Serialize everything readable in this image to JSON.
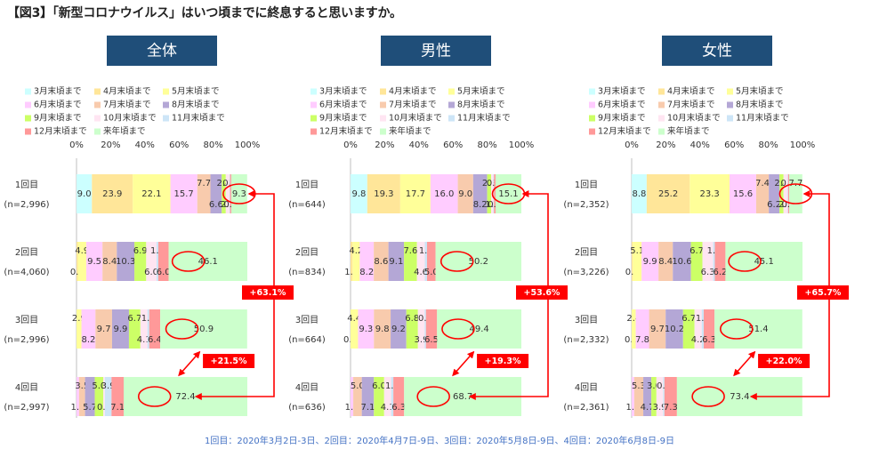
{
  "title": "【図3】「新型コロナウイルス」はいつ頃までに終息すると思いますか。",
  "footnote": "1回目：2020年3月2日-3日、2回目：2020年4月7日-9日、3回目：2020年5月8日-9日、4回目：2020年6月8日-9日",
  "colors": {
    "panel_header_bg": "#1f4e79",
    "panel_header_text": "#ffffff",
    "annotation": "#ff0000",
    "segments": [
      "#ccffff",
      "#ffe699",
      "#ffff99",
      "#ffccff",
      "#f8cbad",
      "#b4a7d6",
      "#ccff66",
      "#ffe5f2",
      "#cde5f7",
      "#ff9999",
      "#ccffcc"
    ]
  },
  "chart_data": [
    {
      "type": "bar",
      "orientation": "horizontal",
      "stacked": true,
      "title": "全体",
      "categories": [
        "1回目",
        "2回目",
        "3回目",
        "4回目"
      ],
      "sample_sizes": [
        "(n=2,996)",
        "(n=4,060)",
        "(n=2,996)",
        "(n=2,997)"
      ],
      "xlim": [
        0,
        100
      ],
      "xticks": [
        "0%",
        "20%",
        "40%",
        "60%",
        "80%",
        "100%"
      ],
      "series": [
        {
          "name": "3月末頃まで",
          "values": [
            9.0,
            0,
            0,
            0
          ]
        },
        {
          "name": "4月末頃まで",
          "values": [
            23.9,
            0.8,
            0,
            0
          ]
        },
        {
          "name": "5月末頃まで",
          "values": [
            22.1,
            4.9,
            2.9,
            0
          ]
        },
        {
          "name": "6月末頃まで",
          "values": [
            15.7,
            9.5,
            8.2,
            1.5
          ]
        },
        {
          "name": "7月末頃まで",
          "values": [
            7.7,
            8.4,
            9.7,
            3.5
          ]
        },
        {
          "name": "8月末頃まで",
          "values": [
            6.6,
            10.3,
            9.9,
            5.7
          ]
        },
        {
          "name": "9月末頃まで",
          "values": [
            2.4,
            6.9,
            6.7,
            5.0
          ]
        },
        {
          "name": "10月末頃まで",
          "values": [
            2.1,
            6.0,
            4.1,
            0.9
          ]
        },
        {
          "name": "11月末頃まで",
          "values": [
            0.4,
            1.1,
            1.1,
            3.9
          ]
        },
        {
          "name": "12月末頃まで",
          "values": [
            0.7,
            6.0,
            6.4,
            7.1
          ]
        },
        {
          "name": "来年頃まで",
          "values": [
            9.3,
            46.1,
            50.9,
            72.4
          ]
        }
      ],
      "annotations": [
        "+63.1%",
        "+21.5%"
      ]
    },
    {
      "type": "bar",
      "orientation": "horizontal",
      "stacked": true,
      "title": "男性",
      "categories": [
        "1回目",
        "2回目",
        "3回目",
        "4回目"
      ],
      "sample_sizes": [
        "(n=644)",
        "(n=834)",
        "(n=664)",
        "(n=636)"
      ],
      "xlim": [
        0,
        100
      ],
      "xticks": [
        "0%",
        "20%",
        "40%",
        "60%",
        "80%",
        "100%"
      ],
      "series": [
        {
          "name": "3月末頃まで",
          "values": [
            9.8,
            0,
            0,
            0
          ]
        },
        {
          "name": "4月末頃まで",
          "values": [
            19.3,
            1.2,
            0.0,
            0
          ]
        },
        {
          "name": "5月末頃まで",
          "values": [
            17.7,
            4.2,
            4.4,
            0
          ]
        },
        {
          "name": "6月末頃まで",
          "values": [
            16.0,
            8.2,
            9.3,
            1.6
          ]
        },
        {
          "name": "7月末頃まで",
          "values": [
            9.0,
            8.6,
            9.8,
            5.0
          ]
        },
        {
          "name": "8月末頃まで",
          "values": [
            8.2,
            9.1,
            9.2,
            7.1
          ]
        },
        {
          "name": "9月末頃まで",
          "values": [
            2.3,
            7.6,
            6.8,
            6.0
          ]
        },
        {
          "name": "10月末頃まで",
          "values": [
            1.2,
            4.6,
            3.9,
            4.1
          ]
        },
        {
          "name": "11月末頃まで",
          "values": [
            0.5,
            1.3,
            0.8,
            1.3
          ]
        },
        {
          "name": "12月末頃まで",
          "values": [
            0.9,
            5.0,
            6.5,
            6.3
          ]
        },
        {
          "name": "来年頃まで",
          "values": [
            15.1,
            50.2,
            49.4,
            68.7
          ]
        }
      ],
      "annotations": [
        "+53.6%",
        "+19.3%"
      ]
    },
    {
      "type": "bar",
      "orientation": "horizontal",
      "stacked": true,
      "title": "女性",
      "categories": [
        "1回目",
        "2回目",
        "3回目",
        "4回目"
      ],
      "sample_sizes": [
        "(n=2,352)",
        "(n=3,226)",
        "(n=2,332)",
        "(n=2,361)"
      ],
      "xlim": [
        0,
        100
      ],
      "xticks": [
        "0%",
        "20%",
        "40%",
        "60%",
        "80%",
        "100%"
      ],
      "series": [
        {
          "name": "3月末頃まで",
          "values": [
            8.8,
            0,
            0,
            0
          ]
        },
        {
          "name": "4月末頃まで",
          "values": [
            25.2,
            0.7,
            0.0,
            0
          ]
        },
        {
          "name": "5月末頃まで",
          "values": [
            23.3,
            5.1,
            2.4,
            0
          ]
        },
        {
          "name": "6月末頃まで",
          "values": [
            15.6,
            9.9,
            7.8,
            1.5
          ]
        },
        {
          "name": "7月末頃まで",
          "values": [
            7.4,
            8.4,
            9.7,
            5.3
          ]
        },
        {
          "name": "8月末頃まで",
          "values": [
            6.2,
            10.6,
            10.2,
            4.7
          ]
        },
        {
          "name": "9月末頃まで",
          "values": [
            2.4,
            6.7,
            6.7,
            3.0
          ]
        },
        {
          "name": "10月末頃まで",
          "values": [
            2.3,
            6.3,
            4.2,
            3.9
          ]
        },
        {
          "name": "11月末頃まで",
          "values": [
            0.4,
            1.0,
            1.2,
            0.8
          ]
        },
        {
          "name": "12月末頃まで",
          "values": [
            0.6,
            6.2,
            6.3,
            7.3
          ]
        },
        {
          "name": "来年頃まで",
          "values": [
            7.7,
            45.1,
            51.4,
            73.4
          ]
        }
      ],
      "annotations": [
        "+65.7%",
        "+22.0%"
      ]
    }
  ]
}
